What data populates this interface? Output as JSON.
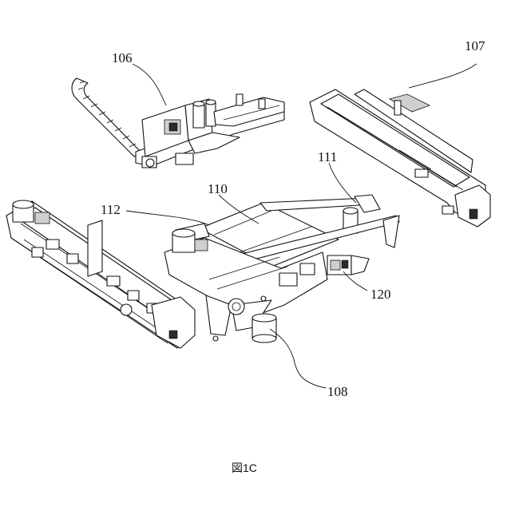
{
  "labels": {
    "l106": "106",
    "l107": "107",
    "l110": "110",
    "l111": "111",
    "l112": "112",
    "l120": "120",
    "l108": "108"
  },
  "caption": "図1C"
}
